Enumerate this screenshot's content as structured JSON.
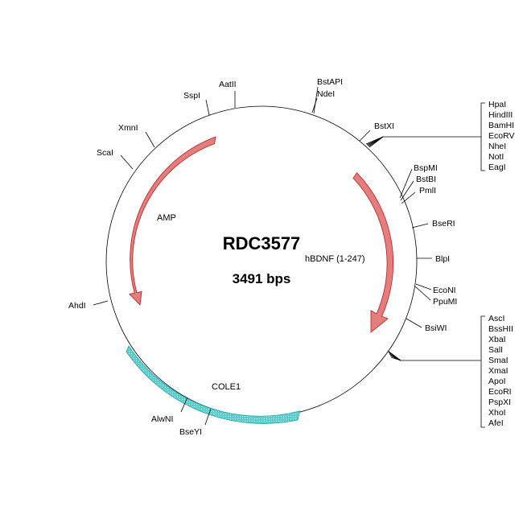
{
  "plasmid": {
    "name": "RDC3577",
    "size_label": "3491 bps"
  },
  "colors": {
    "amp": "#e06666",
    "hbdnf": "#e06666",
    "cole1": "#5ccccc",
    "backbone": "#000000"
  },
  "features": {
    "amp": "AMP",
    "hbdnf": "hBDNF (1-247)",
    "cole1": "COLE1"
  },
  "sites": {
    "aatii": "AatII",
    "sspi": "SspI",
    "xmni": "XmnI",
    "scai": "ScaI",
    "ahdi": "AhdI",
    "alwni": "AlwNI",
    "bseyi": "BseYI",
    "bstapi": "BstAPI",
    "ndei": "NdeI",
    "bstxi": "BstXI",
    "bspmi": "BspMI",
    "bstbi": "BstBI",
    "pmli": "PmlI",
    "bseri": "BseRI",
    "blpi": "BlpI",
    "econi": "EcoNI",
    "ppumi": "PpuMI",
    "bsiwi": "BsiWI"
  },
  "mcs1": [
    "HpaI",
    "HindIII",
    "BamHI",
    "EcoRV",
    "NheI",
    "NotI",
    "EagI"
  ],
  "mcs2": [
    "AscI",
    "BssHII",
    "XbaI",
    "SalI",
    "SmaI",
    "XmaI",
    "ApoI",
    "EcoRI",
    "PspXI",
    "XhoI",
    "AfeI"
  ]
}
